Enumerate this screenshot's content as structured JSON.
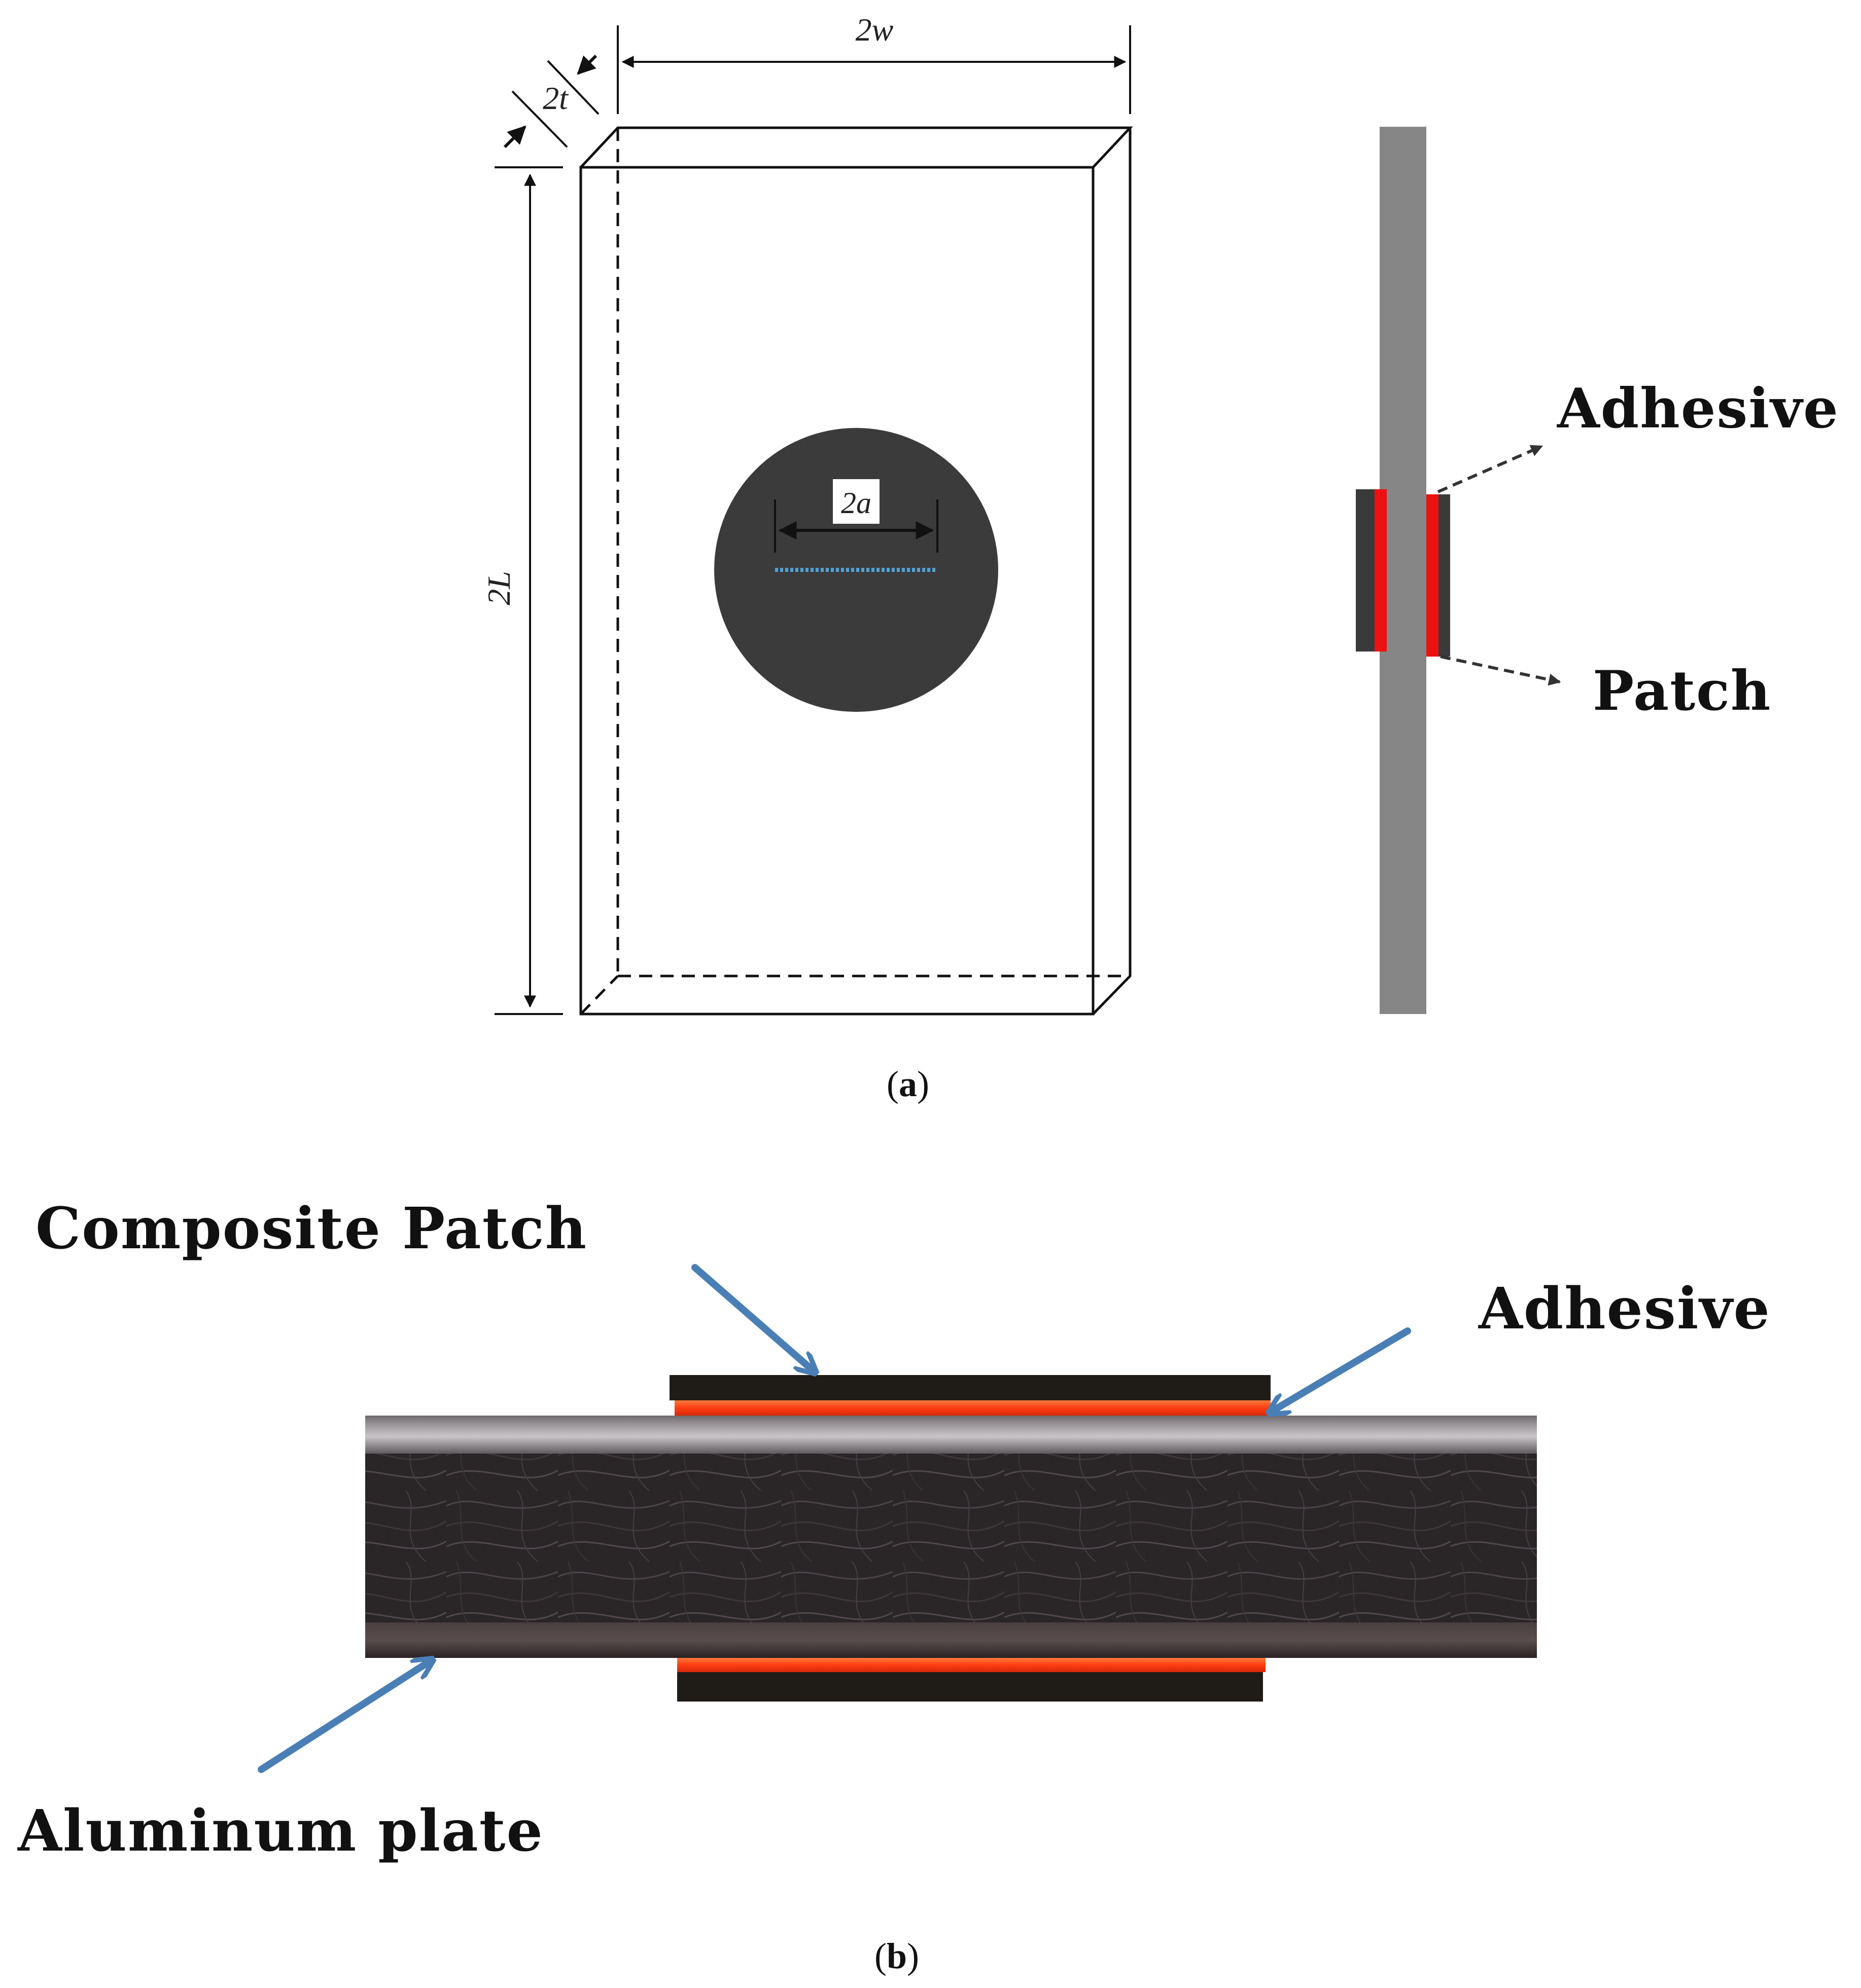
{
  "panel_a": {
    "caption_open": "(",
    "caption_letter": "a",
    "caption_close": ")",
    "dimensions": {
      "width": "2w",
      "thickness": "2t",
      "length": "2L",
      "crack": "2a"
    },
    "labels": {
      "adhesive": "Adhesive",
      "patch": "Patch"
    },
    "colors": {
      "plate_side": "#868686",
      "patch": "#3a3a3a",
      "adhesive": "#ee1111",
      "circle_patch": "#3b3b3b",
      "crack": "#4fa3d8"
    }
  },
  "panel_b": {
    "caption_open": "(",
    "caption_letter": "b",
    "caption_close": ")",
    "labels": {
      "composite_patch": "Composite Patch",
      "adhesive": "Adhesive",
      "aluminum_plate": "Aluminum plate"
    },
    "colors": {
      "arrow": "#4a7fb5",
      "adhesive": "#ff4a1a",
      "composite": "#1f1b17",
      "plate_core": "#2a2527",
      "plate_skin": "#8a8589"
    }
  }
}
